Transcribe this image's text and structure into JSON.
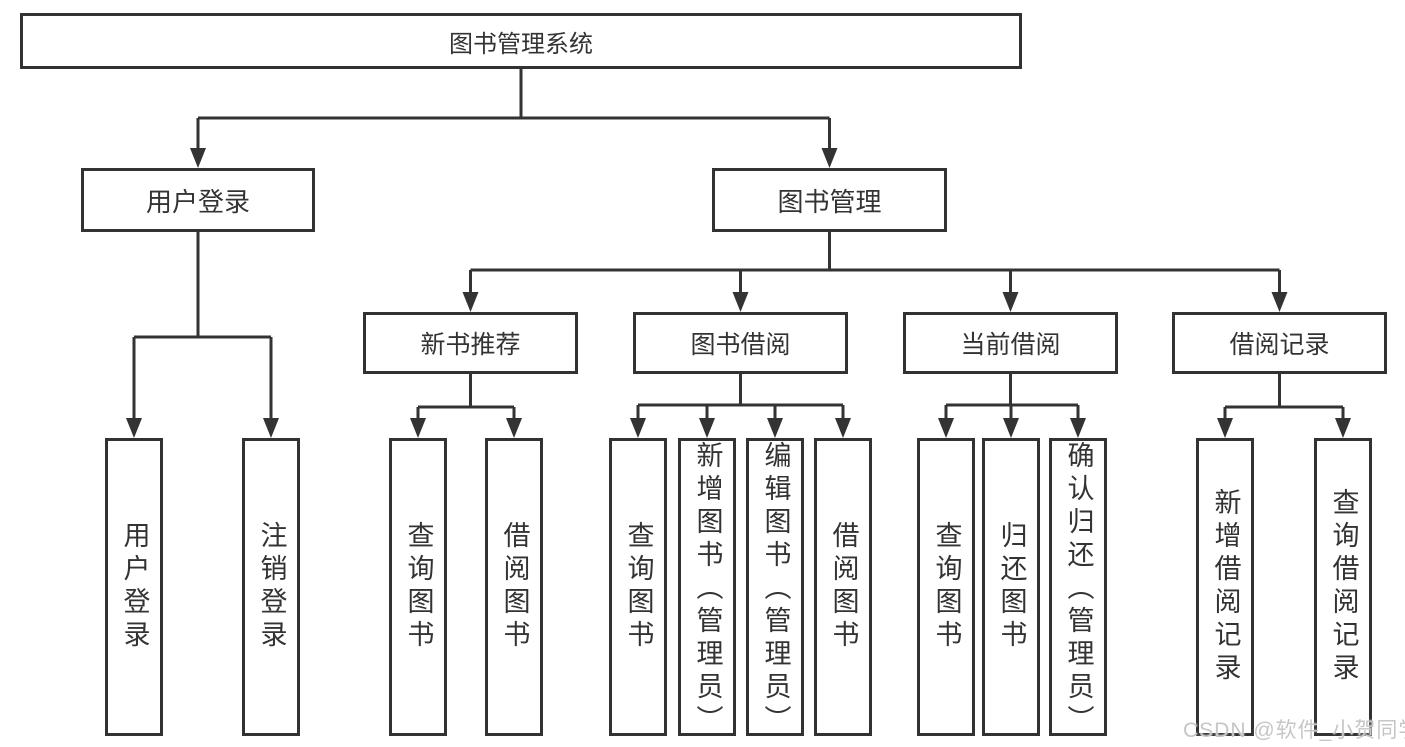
{
  "diagram": {
    "root": {
      "label": "图书管理系统"
    },
    "branches": [
      {
        "label": "用户登录",
        "leaves": [
          "用户登录",
          "注销登录"
        ]
      },
      {
        "label": "图书管理",
        "groups": [
          {
            "label": "新书推荐",
            "leaves": [
              "查询图书",
              "借阅图书"
            ]
          },
          {
            "label": "图书借阅",
            "leaves": [
              "查询图书",
              "新增图书（管理员）",
              "编辑图书（管理员）",
              "借阅图书"
            ]
          },
          {
            "label": "当前借阅",
            "leaves": [
              "查询图书",
              "归还图书",
              "确认归还（管理员）"
            ]
          },
          {
            "label": "借阅记录",
            "leaves": [
              "新增借阅记录",
              "查询借阅记录"
            ]
          }
        ]
      }
    ]
  },
  "icons": {
    "arrowhead": "solid-triangle-down"
  },
  "colors": {
    "line": "#333333",
    "box_border": "#323232",
    "text": "#333333",
    "background": "#ffffff",
    "watermark": "#c6c6c6"
  },
  "watermark": {
    "text": "CSDN @软件_小贺同学"
  }
}
